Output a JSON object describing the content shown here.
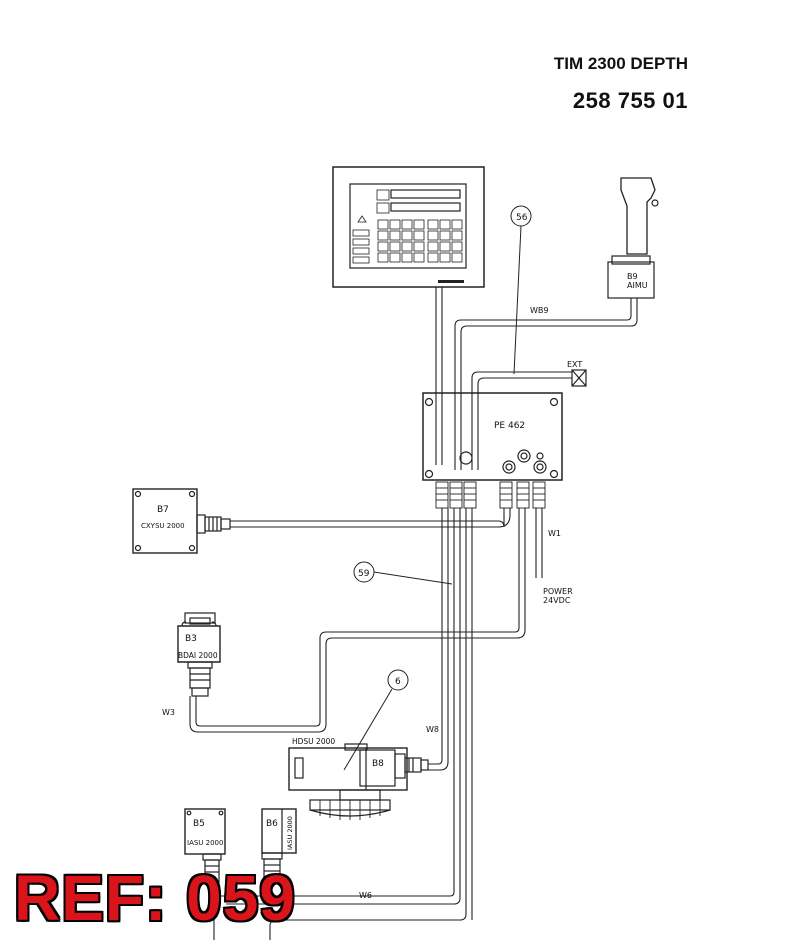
{
  "header": {
    "title": "TIM 2300 DEPTH",
    "part_number": "258 755 01"
  },
  "labels": {
    "b9": "B9",
    "aimu": "AIMU",
    "ext": "EXT",
    "wb9": "WB9",
    "pe462": "PE 462",
    "b7": "B7",
    "cxysu": "CXYSU 2000",
    "w1": "W1",
    "power": "POWER",
    "power_v": "24VDC",
    "b3": "B3",
    "bdai": "BDAI 2000",
    "w3": "W3",
    "hdsu": "HDSU 2000",
    "b8": "B8",
    "w8": "W8",
    "b5": "B5",
    "iasu": "IASU 2000",
    "b6": "B6",
    "iasu_v": "IASU 2000",
    "w6": "W6",
    "ref_56": "56",
    "ref_59": "59",
    "ref_6": "6"
  },
  "ref_badge": "REF: 059"
}
